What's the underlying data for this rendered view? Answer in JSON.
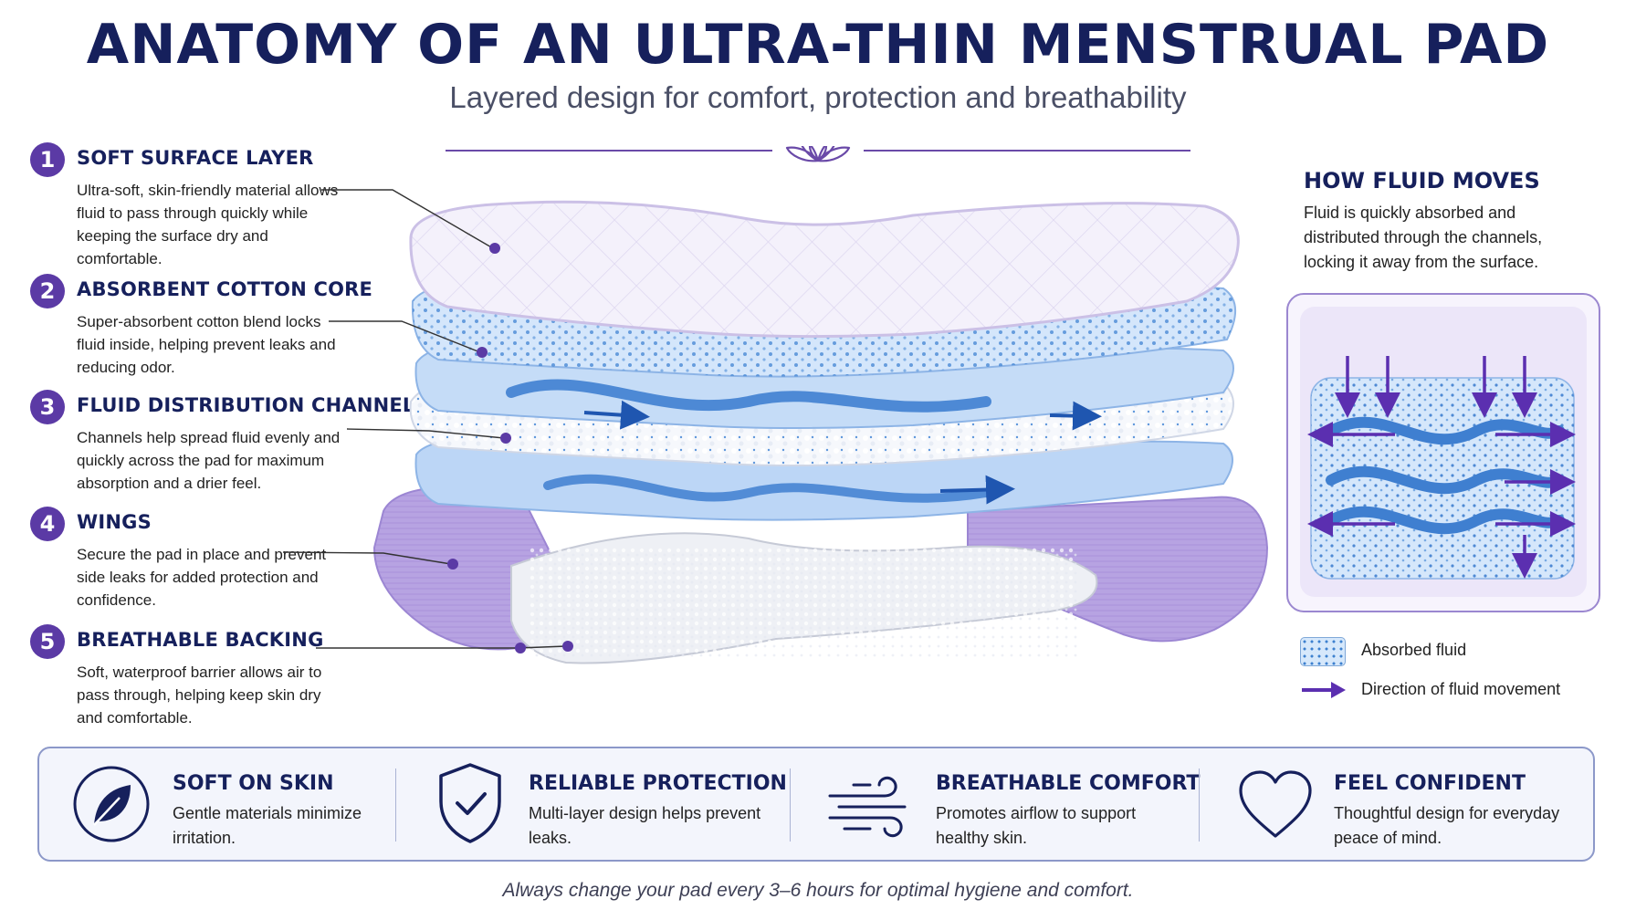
{
  "header": {
    "title": "ANATOMY OF AN ULTRA-THIN MENSTRUAL PAD",
    "subtitle": "Layered design for comfort, protection and breathability",
    "divider_icon": "lotus-icon"
  },
  "layers": [
    {
      "number": "1",
      "heading": "SOFT SURFACE LAYER",
      "text": "Ultra-soft, skin-friendly material allows fluid to pass through quickly while keeping the surface dry and comfortable."
    },
    {
      "number": "2",
      "heading": "ABSORBENT COTTON CORE",
      "text": "Super-absorbent cotton blend locks fluid inside, helping prevent leaks and reducing odor."
    },
    {
      "number": "3",
      "heading": "FLUID DISTRIBUTION CHANNELS",
      "text": "Channels help spread fluid evenly and quickly across the pad for maximum absorption and a drier feel."
    },
    {
      "number": "4",
      "heading": "WINGS",
      "text": "Secure the pad in place and prevent side leaks for added protection and confidence."
    },
    {
      "number": "5",
      "heading": "BREATHABLE BACKING",
      "text": "Soft, waterproof barrier allows air to pass through, helping keep skin dry and comfortable."
    }
  ],
  "flow": {
    "title": "HOW FLUID MOVES",
    "text": "Fluid is quickly absorbed and distributed through the channels, locking it away from the surface.",
    "legend": [
      {
        "icon": "absorbed-fluid-swatch",
        "label": "Absorbed fluid"
      },
      {
        "icon": "arrow-right-icon",
        "label": "Direction of fluid movement"
      }
    ]
  },
  "benefits": [
    {
      "icon": "leaf-icon",
      "heading": "SOFT ON SKIN",
      "text": "Gentle materials minimize irritation."
    },
    {
      "icon": "shield-check-icon",
      "heading": "RELIABLE PROTECTION",
      "text": "Multi-layer design helps prevent leaks."
    },
    {
      "icon": "wind-icon",
      "heading": "BREATHABLE COMFORT",
      "text": "Promotes airflow to support healthy skin."
    },
    {
      "icon": "heart-icon",
      "heading": "FEEL CONFIDENT",
      "text": "Thoughtful design for everyday peace of mind."
    }
  ],
  "footer": "Always change your pad every 3–6 hours for optimal hygiene and comfort.",
  "colors": {
    "navy": "#16205c",
    "purple": "#5b3aa5",
    "lavender": "#b9a6e3",
    "light_blue": "#cfe3f9",
    "channel_blue": "#3f7fd0"
  }
}
